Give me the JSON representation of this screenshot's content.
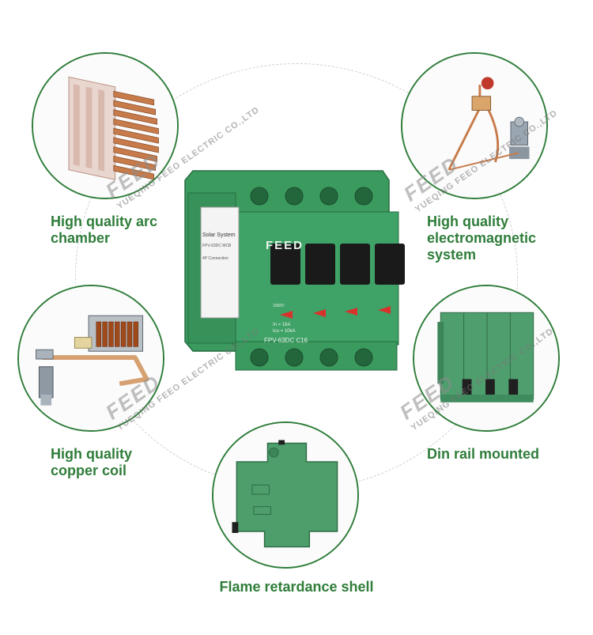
{
  "captions": {
    "arc_chamber": [
      "High quality arc",
      "chamber"
    ],
    "electromagnetic": [
      "High quality",
      "electromagnetic",
      "system"
    ],
    "copper_coil": [
      "High quality",
      "copper coil"
    ],
    "din_rail": "Din rail mounted",
    "flame": "Flame retardance shell"
  },
  "breaker": {
    "brand": "FEED",
    "side_label": "Solar System",
    "side_small_1": "FPV-63DC MCB",
    "side_small_2": "4P Connection",
    "voltage": "1000V",
    "rating_1": "In = 16A",
    "rating_2": "Icu = 10kA",
    "model": "FPV-63DC C16"
  },
  "watermark": {
    "logo": "FEED",
    "company": "YUEQING FEEO ELECTRIC CO.,LTD"
  },
  "colors": {
    "accent_green": "#2f7d3a",
    "breaker_green": "#3a9a5c",
    "copper": "#c77b4a"
  }
}
